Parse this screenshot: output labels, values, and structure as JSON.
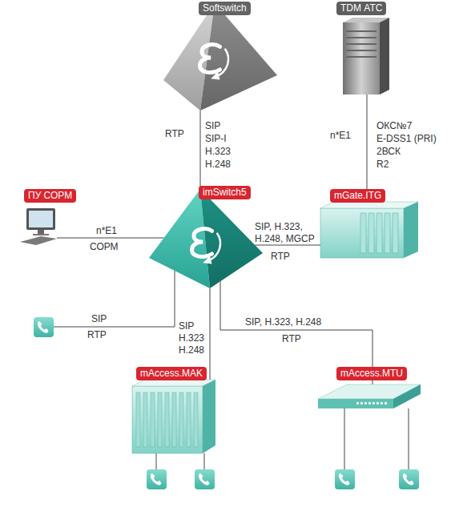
{
  "diagram": {
    "nodes": [
      {
        "text": [
          "Softswitch"
        ]
      },
      {
        "text": [
          "TDM АТС"
        ]
      },
      {
        "text": [
          "ПУ СОРМ"
        ]
      },
      {
        "text": [
          "imSwitch5"
        ]
      },
      {
        "text": [
          "mGate.ITG"
        ]
      },
      {
        "text": [
          "mAccess.MAK"
        ]
      },
      {
        "text": [
          "mAccess.MTU"
        ]
      }
    ],
    "edges": [
      {
        "from": 0,
        "to": 3,
        "arrow": "none",
        "label": "RTP"
      },
      {
        "from": 1,
        "to": 4,
        "arrow": "none",
        "label": "n*E1"
      },
      {
        "from": 2,
        "to": 3,
        "arrow": "none",
        "label": "СОРМ"
      },
      {
        "from": 3,
        "to": 4,
        "arrow": "none",
        "label": "RTP"
      },
      {
        "from": 3,
        "to": 5,
        "arrow": "none",
        "label": "SIP H.323 H.248"
      },
      {
        "from": 3,
        "to": 6,
        "arrow": "none",
        "label": "RTP"
      }
    ],
    "labels": [
      "SIP",
      "SIP-I",
      "H.323",
      "H.248",
      "ОКС№7",
      "E-DSS1 (PRI)",
      "2ВСК",
      "R2",
      "n*E1",
      "SIP, H.323,",
      "H.248, MGCP",
      "SIP",
      "RTP",
      "SIP, H.323, H.248"
    ]
  }
}
